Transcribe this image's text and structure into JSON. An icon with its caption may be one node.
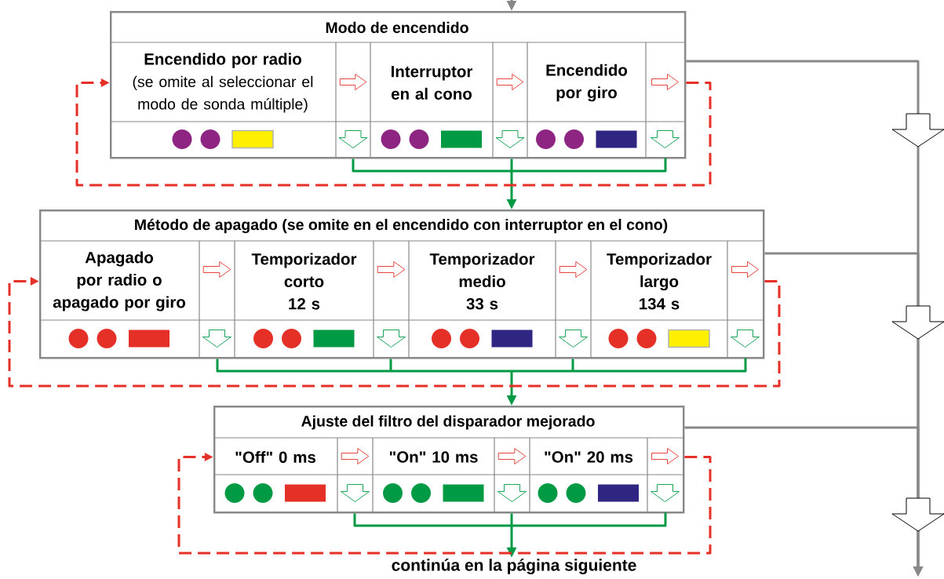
{
  "diagram": {
    "nodes": [
      {
        "text": [
          "Modo de encendido"
        ]
      },
      {
        "text": [
          "Encendido por radio",
          "(se omite al seleccionar el modo de sonda múltiple)"
        ],
        "in": 0
      },
      {
        "text": [
          "Interruptor en al cono"
        ],
        "in": 0
      },
      {
        "text": [
          "Encendido por giro"
        ],
        "in": 0
      },
      {
        "text": [
          "Método de apagado (se omite en el encendido con interruptor en el cono)"
        ]
      },
      {
        "text": [
          "Apagado por radio o apagado por giro"
        ],
        "in": 4
      },
      {
        "text": [
          "Temporizador corto",
          "12 s"
        ],
        "in": 4
      },
      {
        "text": [
          "Temporizador medio",
          "33 s"
        ],
        "in": 4
      },
      {
        "text": [
          "Temporizador largo",
          "134 s"
        ],
        "in": 4
      },
      {
        "text": [
          "Ajuste del filtro del disparador mejorado"
        ]
      },
      {
        "text": [
          "\"Off\" 0 ms"
        ],
        "in": 9
      },
      {
        "text": [
          "\"On\" 10 ms"
        ],
        "in": 9
      },
      {
        "text": [
          "\"On\" 20 ms"
        ],
        "in": 9
      },
      {
        "text": [
          "continúa en la página siguiente"
        ]
      }
    ],
    "edges": [
      {
        "from": null,
        "to": 0,
        "arrow": "to",
        "color": "#888888"
      },
      {
        "from": 0,
        "to": 4,
        "arrow": "to",
        "color": "#009a44"
      },
      {
        "from": 4,
        "to": 9,
        "arrow": "to",
        "color": "#009a44"
      },
      {
        "from": 9,
        "to": 13,
        "arrow": "to",
        "color": "#009a44"
      },
      {
        "from": 3,
        "to": 1,
        "arrow": "to",
        "style": "dashed",
        "color": "#e53027"
      },
      {
        "from": 8,
        "to": 5,
        "arrow": "to",
        "style": "dashed",
        "color": "#e53027"
      },
      {
        "from": 12,
        "to": 10,
        "arrow": "to",
        "style": "dashed",
        "color": "#e53027"
      },
      {
        "from": 0,
        "to": null,
        "arrow": "to",
        "color": "#888888"
      },
      {
        "from": 4,
        "to": null,
        "arrow": "to",
        "color": "#888888"
      },
      {
        "from": 9,
        "to": null,
        "arrow": "to",
        "color": "#888888"
      },
      {
        "from": 1,
        "to": 2,
        "arrow": "to",
        "color": "#e53027"
      },
      {
        "from": 2,
        "to": 3,
        "arrow": "to",
        "color": "#e53027"
      },
      {
        "from": 5,
        "to": 6,
        "arrow": "to",
        "color": "#e53027"
      },
      {
        "from": 6,
        "to": 7,
        "arrow": "to",
        "color": "#e53027"
      },
      {
        "from": 7,
        "to": 8,
        "arrow": "to",
        "color": "#e53027"
      },
      {
        "from": 10,
        "to": 11,
        "arrow": "to",
        "color": "#e53027"
      },
      {
        "from": 11,
        "to": 12,
        "arrow": "to",
        "color": "#e53027"
      }
    ]
  }
}
